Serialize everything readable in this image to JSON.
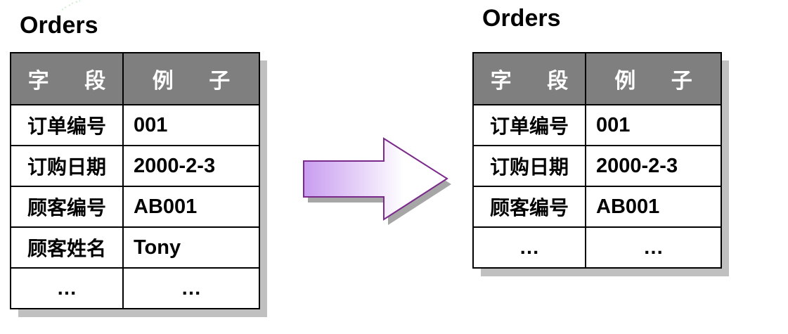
{
  "left_table": {
    "title": "Orders",
    "headers": [
      "字 段",
      "例 子"
    ],
    "rows": [
      {
        "field": "订单编号",
        "value": "001"
      },
      {
        "field": "订购日期",
        "value": "2000-2-3"
      },
      {
        "field": "顾客编号",
        "value": "AB001"
      },
      {
        "field": "顾客姓名",
        "value": "Tony"
      },
      {
        "field": "…",
        "value": "…"
      }
    ]
  },
  "right_table": {
    "title": "Orders",
    "headers": [
      "字 段",
      "例 子"
    ],
    "rows": [
      {
        "field": "订单编号",
        "value": "001"
      },
      {
        "field": "订购日期",
        "value": "2000-2-3"
      },
      {
        "field": "顾客编号",
        "value": "AB001"
      },
      {
        "field": "…",
        "value": "…"
      }
    ]
  },
  "colors": {
    "header_bg": "#7f7f7f",
    "header_text": "#ffffff",
    "shadow": "#c0c0c0",
    "arrow_fill_start": "#c89cf0",
    "arrow_fill_end": "#ffffff",
    "arrow_stroke": "#7a2a8a"
  },
  "icons": [
    "right-arrow-icon"
  ]
}
